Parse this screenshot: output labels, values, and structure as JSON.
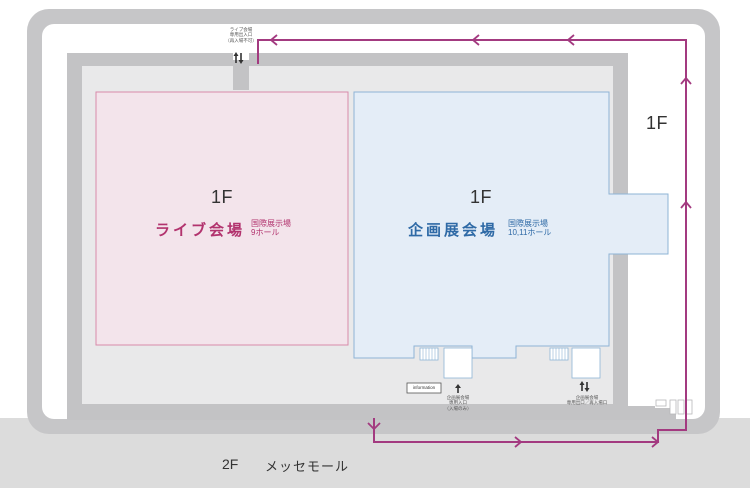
{
  "floor_label": "1F",
  "mall": {
    "floor": "2F",
    "name": "メッセモール"
  },
  "live_hall": {
    "floor": "1F",
    "name": "ライブ会場",
    "sub_line1": "国際展示場",
    "sub_line2": "9ホール",
    "entrance_line1": "ライブ会場",
    "entrance_line2": "専用出入口",
    "entrance_line3": "（再入場不可）"
  },
  "expo_hall": {
    "floor": "1F",
    "name": "企画展会場",
    "sub_line1": "国際展示場",
    "sub_line2": "10,11ホール",
    "entrance_line1": "企画展会場",
    "entrance_line2": "専用入口",
    "entrance_line3": "（入場のみ）",
    "exit_line1": "企画展会場",
    "exit_line2": "専用出口／再入場口"
  },
  "information_label": "information",
  "colors": {
    "live_fill": "#f3e4eb",
    "live_stroke": "#d88aa9",
    "live_text": "#b2336e",
    "expo_fill": "#e4edf7",
    "expo_stroke": "#8eb4d6",
    "expo_text": "#2f6aa6",
    "route": "#a33a80",
    "building": "#e9e9ea",
    "frame": "#c4c4c6",
    "mall_band": "#dcdcdc"
  }
}
